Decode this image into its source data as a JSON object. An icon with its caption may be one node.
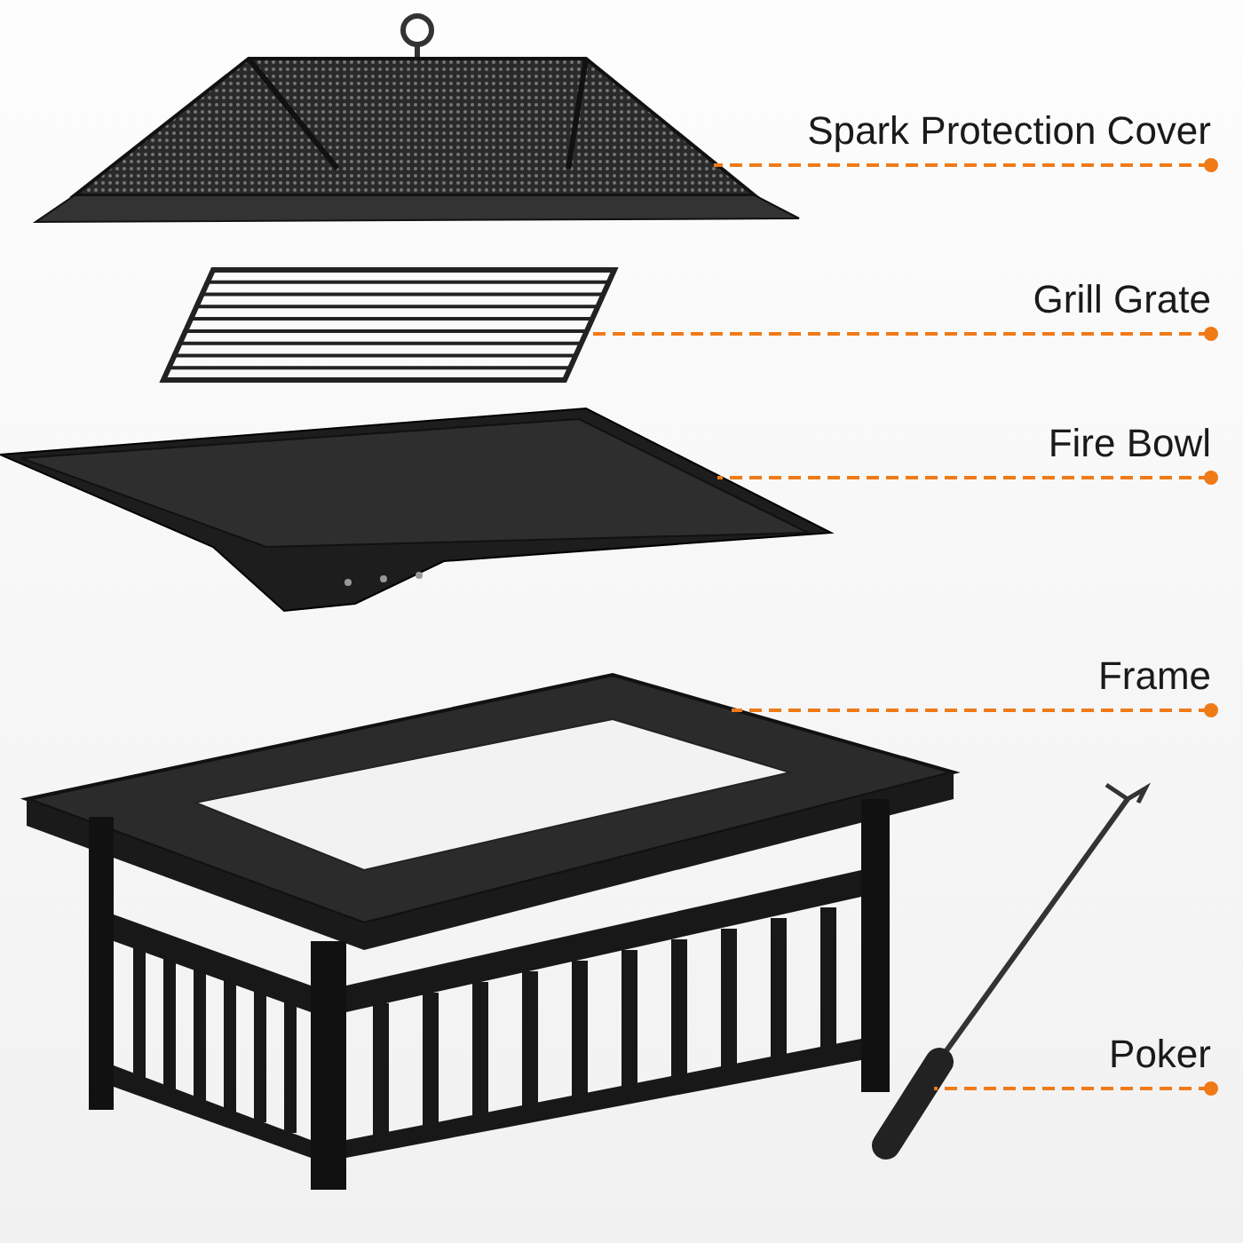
{
  "diagram": {
    "nodes": [
      {
        "text": [
          "Spark Protection Cover"
        ]
      },
      {
        "text": [
          "Grill Grate"
        ]
      },
      {
        "text": [
          "Fire Bowl"
        ]
      },
      {
        "text": [
          "Frame"
        ]
      },
      {
        "text": [
          "Poker"
        ]
      },
      {
        "text": [],
        "shape": "picture"
      },
      {
        "text": [],
        "shape": "picture"
      },
      {
        "text": [],
        "shape": "picture"
      },
      {
        "text": [],
        "shape": "picture"
      },
      {
        "text": [],
        "shape": "picture"
      }
    ],
    "edges": [
      {
        "from": 0,
        "to": 5,
        "arrow": "other",
        "style": "dashed"
      },
      {
        "from": 1,
        "to": 6,
        "arrow": "other",
        "style": "dashed"
      },
      {
        "from": 2,
        "to": 7,
        "arrow": "other",
        "style": "dashed"
      },
      {
        "from": 3,
        "to": 8,
        "arrow": "other",
        "style": "dashed"
      },
      {
        "from": 4,
        "to": 9,
        "arrow": "other",
        "style": "dashed"
      }
    ]
  }
}
